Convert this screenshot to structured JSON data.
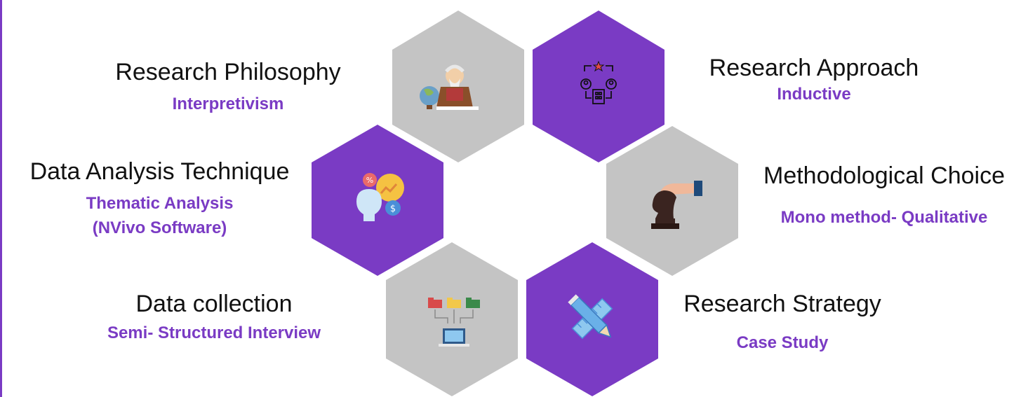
{
  "colors": {
    "purple": "#7a3bc4",
    "gray": "#c4c4c4",
    "title_text": "#111111",
    "value_text": "#7a3bc4"
  },
  "hexagons": [
    {
      "id": "philosophy",
      "fill": "gray",
      "icon": "professor-reading-icon"
    },
    {
      "id": "approach",
      "fill": "purple",
      "icon": "network-building-icon"
    },
    {
      "id": "analysis",
      "fill": "purple",
      "icon": "analysis-bubbles-icon"
    },
    {
      "id": "choice",
      "fill": "gray",
      "icon": "chess-knight-hand-icon"
    },
    {
      "id": "collection",
      "fill": "gray",
      "icon": "folders-computer-icon"
    },
    {
      "id": "strategy",
      "fill": "purple",
      "icon": "ruler-pencil-icon"
    }
  ],
  "items": {
    "philosophy": {
      "title": "Research Philosophy",
      "value": "Interpretivism"
    },
    "approach": {
      "title": "Research Approach",
      "value": "Inductive"
    },
    "analysis": {
      "title": "Data Analysis Technique",
      "value_line1": "Thematic Analysis",
      "value_line2": "(NVivo Software)"
    },
    "choice": {
      "title": "Methodological Choice",
      "value": "Mono method- Qualitative"
    },
    "collection": {
      "title": "Data collection",
      "value": "Semi- Structured Interview"
    },
    "strategy": {
      "title": "Research Strategy",
      "value": "Case Study"
    }
  }
}
